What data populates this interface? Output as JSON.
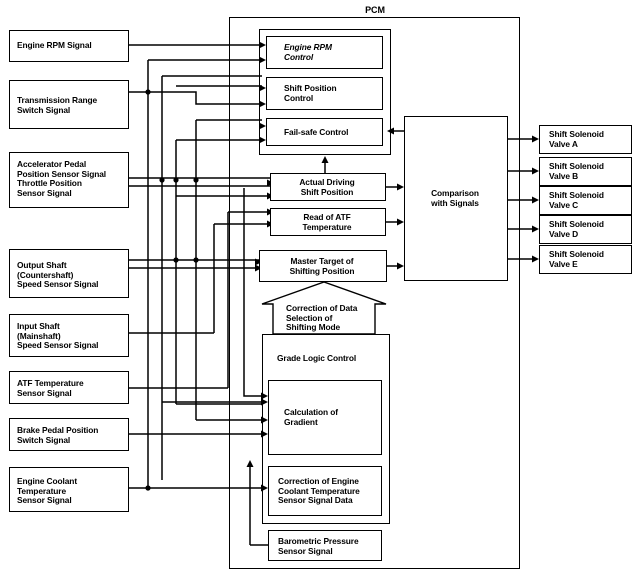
{
  "pcm_title": "PCM",
  "inputs": [
    {
      "id": "engine-rpm-signal",
      "label": "Engine RPM Signal"
    },
    {
      "id": "transmission-range-switch-signal",
      "label": "Transmission Range\nSwitch Signal"
    },
    {
      "id": "accelerator-throttle-sensor-signal",
      "label": "Accelerator Pedal\nPosition Sensor Signal\nThrottle Position\nSensor Signal"
    },
    {
      "id": "output-shaft-speed-sensor-signal",
      "label": "Output Shaft\n(Countershaft)\nSpeed Sensor Signal"
    },
    {
      "id": "input-shaft-speed-sensor-signal",
      "label": "Input Shaft\n(Mainshaft)\nSpeed Sensor Signal"
    },
    {
      "id": "atf-temperature-sensor-signal",
      "label": "ATF Temperature\nSensor Signal"
    },
    {
      "id": "brake-pedal-position-switch-signal",
      "label": "Brake Pedal Position\nSwitch Signal"
    },
    {
      "id": "engine-coolant-temperature-sensor-signal",
      "label": "Engine Coolant\nTemperature\nSensor Signal"
    }
  ],
  "control": {
    "engine_rpm": "Engine RPM\nControl",
    "shift_position": "Shift Position\nControl",
    "fail_safe": "Fail-safe Control"
  },
  "processing": {
    "actual_driving": "Actual Driving\nShift Position",
    "read_atf": "Read of ATF\nTemperature",
    "master_target": "Master Target of\nShifting Position",
    "correction_arrow": "Correction of Data\nSelection of\nShifting Mode",
    "grade_logic": "Grade Logic Control",
    "calculation_gradient": "Calculation of\nGradient",
    "correction_coolant": "Correction of Engine\nCoolant Temperature\nSensor Signal Data",
    "barometric": "Barometric Pressure\nSensor Signal",
    "comparison": "Comparison\nwith Signals"
  },
  "outputs": [
    {
      "id": "shift-solenoid-valve-a",
      "label": "Shift Solenoid\nValve A"
    },
    {
      "id": "shift-solenoid-valve-b",
      "label": "Shift Solenoid\nValve B"
    },
    {
      "id": "shift-solenoid-valve-c",
      "label": "Shift Solenoid\nValve C"
    },
    {
      "id": "shift-solenoid-valve-d",
      "label": "Shift Solenoid\nValve D"
    },
    {
      "id": "shift-solenoid-valve-e",
      "label": "Shift Solenoid\nValve E"
    }
  ]
}
